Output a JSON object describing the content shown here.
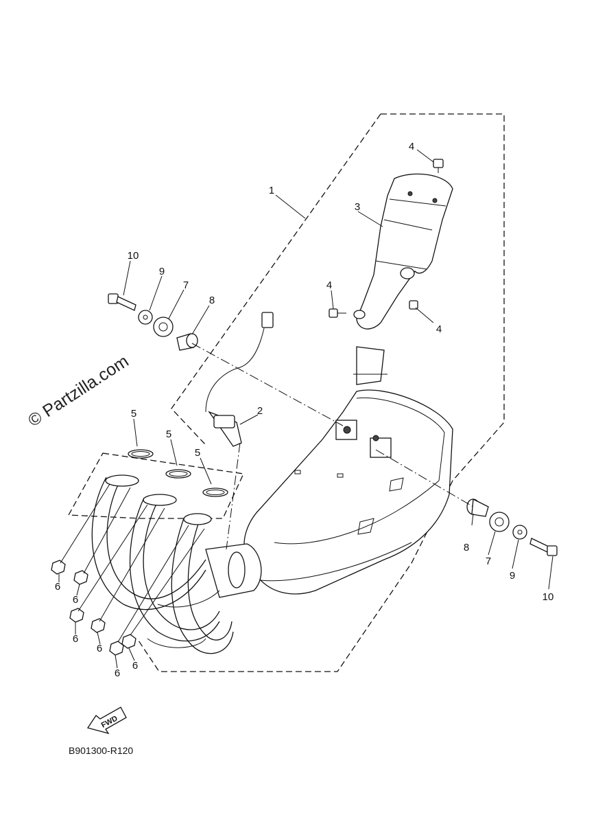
{
  "diagram": {
    "watermark": "© Partzilla.com",
    "code": "B901300-R120",
    "fwd_label": "FWD",
    "callouts": [
      {
        "id": "c1",
        "text": "1"
      },
      {
        "id": "c2",
        "text": "2"
      },
      {
        "id": "c3",
        "text": "3"
      },
      {
        "id": "c4a",
        "text": "4"
      },
      {
        "id": "c4b",
        "text": "4"
      },
      {
        "id": "c4c",
        "text": "4"
      },
      {
        "id": "c5a",
        "text": "5"
      },
      {
        "id": "c5b",
        "text": "5"
      },
      {
        "id": "c5c",
        "text": "5"
      },
      {
        "id": "c6a",
        "text": "6"
      },
      {
        "id": "c6b",
        "text": "6"
      },
      {
        "id": "c6c",
        "text": "6"
      },
      {
        "id": "c6d",
        "text": "6"
      },
      {
        "id": "c6e",
        "text": "6"
      },
      {
        "id": "c6f",
        "text": "6"
      },
      {
        "id": "c7a",
        "text": "7"
      },
      {
        "id": "c7b",
        "text": "7"
      },
      {
        "id": "c8a",
        "text": "8"
      },
      {
        "id": "c8b",
        "text": "8"
      },
      {
        "id": "c9a",
        "text": "9"
      },
      {
        "id": "c9b",
        "text": "9"
      },
      {
        "id": "c10a",
        "text": "10"
      },
      {
        "id": "c10b",
        "text": "10"
      }
    ]
  }
}
